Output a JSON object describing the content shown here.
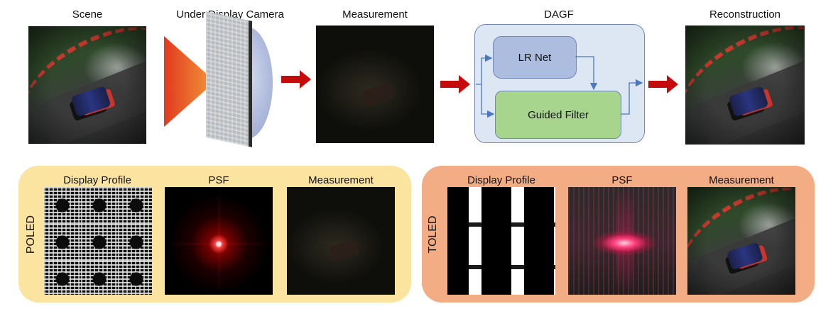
{
  "top": {
    "scene_label": "Scene",
    "udc_label": "Under Display Camera",
    "measurement_label": "Measurement",
    "dagf_label": "DAGF",
    "reconstruction_label": "Reconstruction",
    "dagf": {
      "lrnet_label": "LR Net",
      "guided_filter_label": "Guided Filter"
    }
  },
  "bottom": {
    "poled": {
      "side_label": "POLED",
      "display_profile_label": "Display Profile",
      "psf_label": "PSF",
      "measurement_label": "Measurement"
    },
    "toled": {
      "side_label": "TOLED",
      "display_profile_label": "Display Profile",
      "psf_label": "PSF",
      "measurement_label": "Measurement"
    }
  },
  "colors": {
    "arrow_red": "#c40c0c",
    "dagf_box": "#dde6f3",
    "lrnet_box": "#adbde0",
    "guided_filter_box": "#a8d58e",
    "poled_panel": "#fbe3a0",
    "toled_panel": "#f2ad84",
    "connector_blue": "#4a78c2"
  }
}
